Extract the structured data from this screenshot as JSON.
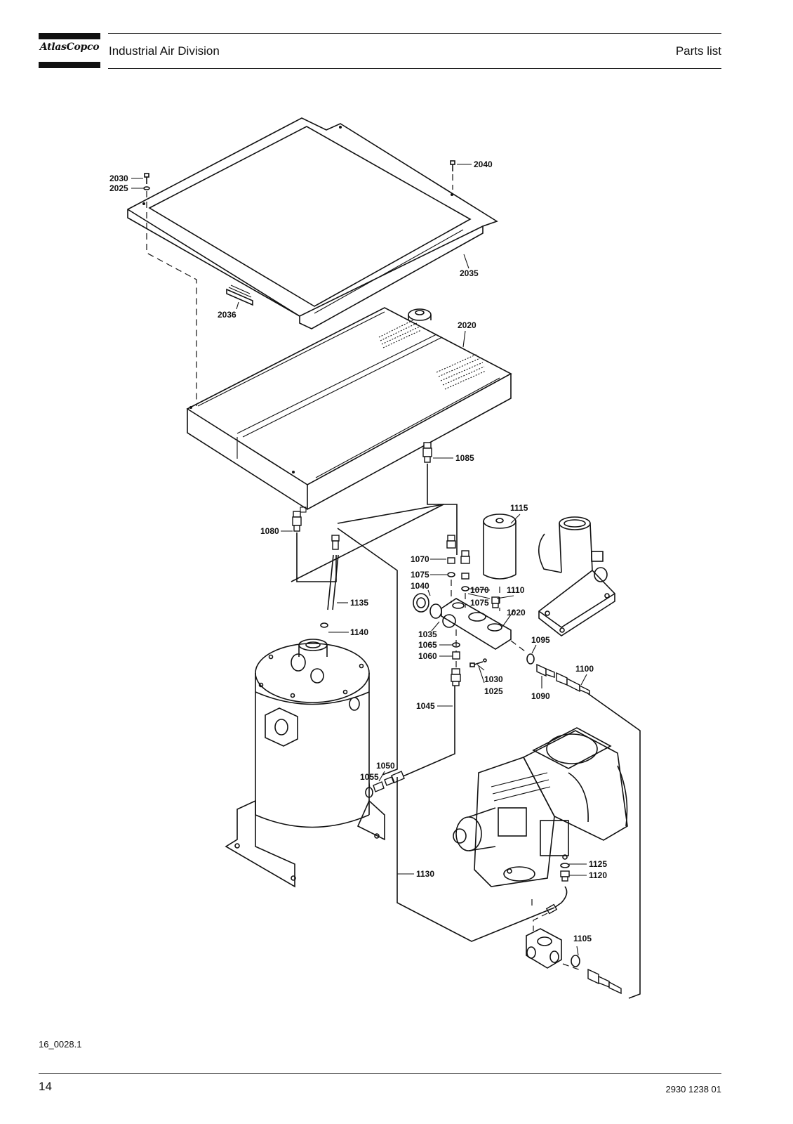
{
  "header": {
    "logo_text": "AtlasCopco",
    "division": "Industrial Air Division",
    "doc_type": "Parts list"
  },
  "footer": {
    "figure_id": "16_0028.1",
    "page_number": "14",
    "doc_number": "2930 1238 01"
  },
  "callouts": {
    "p2030": "2030",
    "p2025": "2025",
    "p2040": "2040",
    "p2035": "2035",
    "p2036": "2036",
    "p2020": "2020",
    "p1085": "1085",
    "p1115": "1115",
    "p1080": "1080",
    "p1070a": "1070",
    "p1075a": "1075",
    "p1040": "1040",
    "p1070b": "1070",
    "p1110": "1110",
    "p1075b": "1075",
    "p1135": "1135",
    "p1020": "1020",
    "p1140": "1140",
    "p1035": "1035",
    "p1065": "1065",
    "p1095": "1095",
    "p1060": "1060",
    "p1030": "1030",
    "p1100": "1100",
    "p1025": "1025",
    "p1090": "1090",
    "p1045": "1045",
    "p1050": "1050",
    "p1055": "1055",
    "p1125": "1125",
    "p1120": "1120",
    "p1130": "1130",
    "p1105": "1105"
  }
}
